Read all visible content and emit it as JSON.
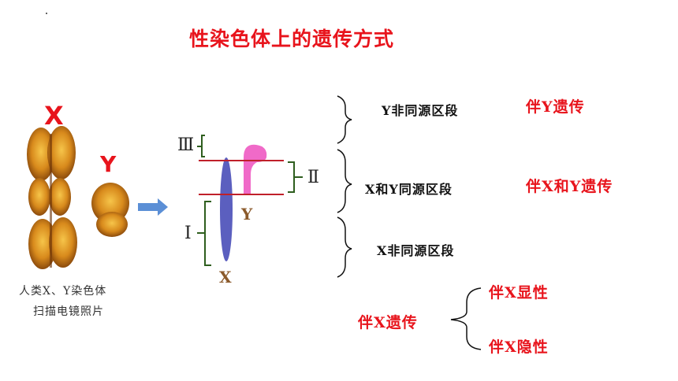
{
  "title": "性染色体上的遗传方式",
  "photo": {
    "x_label": "X",
    "y_label": "Y",
    "caption_line1": "人类X、Y染色体",
    "caption_line2": "扫描电镜照片"
  },
  "diagram": {
    "region_III": "Ⅲ",
    "region_II": "Ⅱ",
    "region_I": "Ⅰ",
    "chrom_y": "Y",
    "chrom_x": "X",
    "colors": {
      "x_chromosome": "#5b5fbf",
      "y_chromosome": "#f06ac8",
      "boundary_line": "#c0202a",
      "bracket": "#2e5e1e"
    }
  },
  "segments": [
    {
      "name": "Y非同源区段",
      "inheritance": "伴Y遗传"
    },
    {
      "name": "X和Y同源区段",
      "inheritance": "伴X和Y遗传"
    },
    {
      "name": "X非同源区段",
      "inheritance": ""
    }
  ],
  "x_linked": {
    "root": "伴X遗传",
    "branches": [
      "伴X显性",
      "伴X隐性"
    ]
  }
}
